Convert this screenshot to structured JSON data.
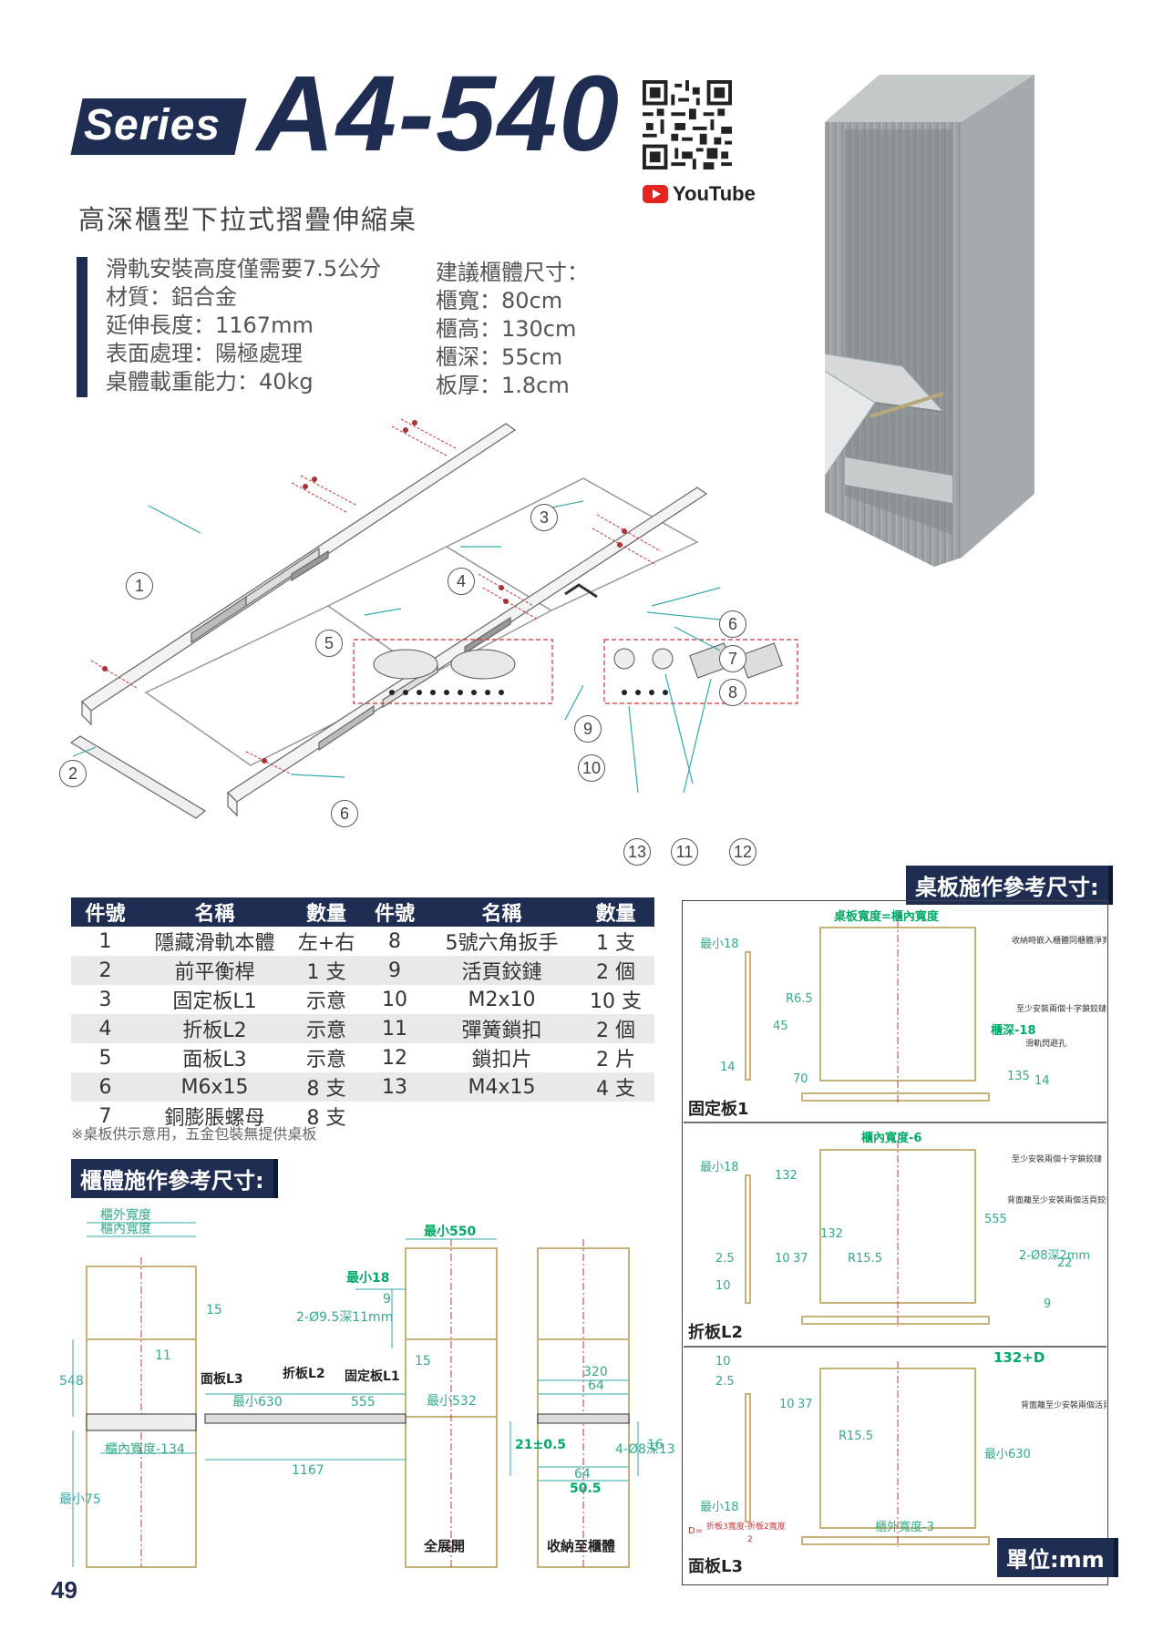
{
  "header": {
    "series": "Series",
    "model": "A4-540",
    "youtube_label": "YouTube",
    "subtitle": "高深櫃型下拉式摺疊伸縮桌"
  },
  "specs": [
    "滑軌安裝高度僅需要7.5公分",
    "材質：鋁合金",
    "延伸長度：1167mm",
    "表面處理：陽極處理",
    "桌體載重能力：40kg"
  ],
  "suggested": {
    "title": "建議櫃體尺寸：",
    "items": [
      "櫃寬：80cm",
      "櫃高：130cm",
      "櫃深：55cm",
      "板厚：1.8cm"
    ]
  },
  "callouts": [
    "1",
    "2",
    "3",
    "4",
    "5",
    "6",
    "6",
    "7",
    "8",
    "9",
    "10",
    "11",
    "12",
    "13"
  ],
  "parts_table": {
    "headers": [
      "件號",
      "名稱",
      "數量",
      "件號",
      "名稱",
      "數量"
    ],
    "rows": [
      [
        "1",
        "隱藏滑軌本體",
        "左+右",
        "8",
        "5號六角扳手",
        "1 支"
      ],
      [
        "2",
        "前平衡桿",
        "1 支",
        "9",
        "活頁鉸鏈",
        "2 個"
      ],
      [
        "3",
        "固定板L1",
        "示意",
        "10",
        "M2x10",
        "10 支"
      ],
      [
        "4",
        "折板L2",
        "示意",
        "11",
        "彈簧鎖扣",
        "2 個"
      ],
      [
        "5",
        "面板L3",
        "示意",
        "12",
        "鎖扣片",
        "2 片"
      ],
      [
        "6",
        "M6x15",
        "8 支",
        "13",
        "M4x15",
        "4 支"
      ],
      [
        "7",
        "銅膨脹螺母",
        "8 支",
        "",
        "",
        ""
      ]
    ],
    "note": "※桌板供示意用，五金包裝無提供桌板"
  },
  "cabinet_section": {
    "title": "櫃體施作參考尺寸:",
    "labels": {
      "outer_width": "櫃外寬度",
      "inner_width": "櫃內寬度",
      "min550": "最小550",
      "min18": "最小18",
      "nine": "9",
      "fifteen": "15",
      "fifteen_b": "15",
      "hole": "2-Ø9.5深11mm",
      "eleven": "11",
      "l3": "面板L3",
      "l2": "折板L2",
      "l1": "固定板L1",
      "min630": "最小630",
      "d555": "555",
      "min532": "最小532",
      "h548": "548",
      "min75": "最小75",
      "inner_minus": "櫃內寬度-134",
      "d1167": "1167",
      "d320": "320",
      "d64": "64",
      "d64b": "64",
      "d505": "50.5",
      "hole4": "4-Ø8深13",
      "d16": "16",
      "d21": "21±0.5",
      "full_open": "全展開",
      "stored": "收納至櫃體"
    }
  },
  "board_section": {
    "title": "桌板施作參考尺寸:",
    "p1": {
      "top": "桌板寬度=櫃內寬度",
      "min18": "最小18",
      "note1": "收納時嵌入櫃體同櫃體淨寬",
      "r65": "R6.5",
      "d45": "45",
      "depth": "櫃深-18",
      "note2": "至少安裝兩個十字鎖鉸鏈",
      "note3": "滑軌閃避孔",
      "d14": "14",
      "d70": "70",
      "d135": "135",
      "d14b": "14",
      "label": "固定板1"
    },
    "p2": {
      "top": "櫃內寬度-6",
      "min18": "最小18",
      "d132": "132",
      "note1": "至少安裝兩個十字鎖鉸鏈",
      "note2": "背面離至少安裝兩個活頁鉸鏈",
      "d555": "555",
      "d132b": "132",
      "r155": "R15.5",
      "hole": "2-Ø8深2mm",
      "d25": "2.5",
      "d10": "10",
      "d37": "37",
      "d10b": "10",
      "d22": "22",
      "d9": "9",
      "label": "折板L2"
    },
    "p3": {
      "top": "132+D",
      "d10": "10",
      "d25": "2.5",
      "d10b": "10",
      "d37": "37",
      "r155": "R15.5",
      "note1": "背面離至少安裝兩個活頁鉸鏈",
      "min630": "最小630",
      "min18": "最小18",
      "formula_prefix": "D=",
      "formula": "折板3寬度-折板2寬度",
      "formula_div": "2",
      "bottom": "櫃外寬度-3",
      "label": "面板L3"
    },
    "unit": "單位:mm"
  },
  "page_number": "49"
}
